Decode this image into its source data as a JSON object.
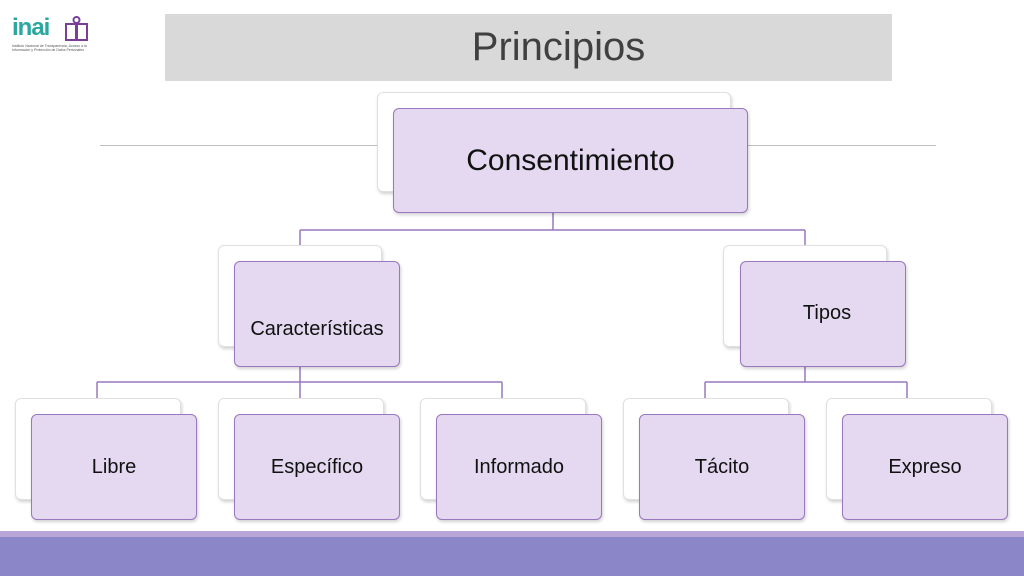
{
  "logo": {
    "word": "inai",
    "subtitle": "Instituto Nacional de Transparencia, Acceso a la Información y Protección de Datos Personales"
  },
  "header": {
    "title": "Principios"
  },
  "diagram": {
    "root": "Consentimiento",
    "level2": [
      "Características",
      "Tipos"
    ],
    "level3": [
      "Libre",
      "Específico",
      "Informado",
      "Tácito",
      "Expreso"
    ]
  },
  "colors": {
    "node_fill": "#e4d9f0",
    "node_border": "#9a78bd",
    "footer": "#8a86c8",
    "logo": "#2aa7a0"
  }
}
